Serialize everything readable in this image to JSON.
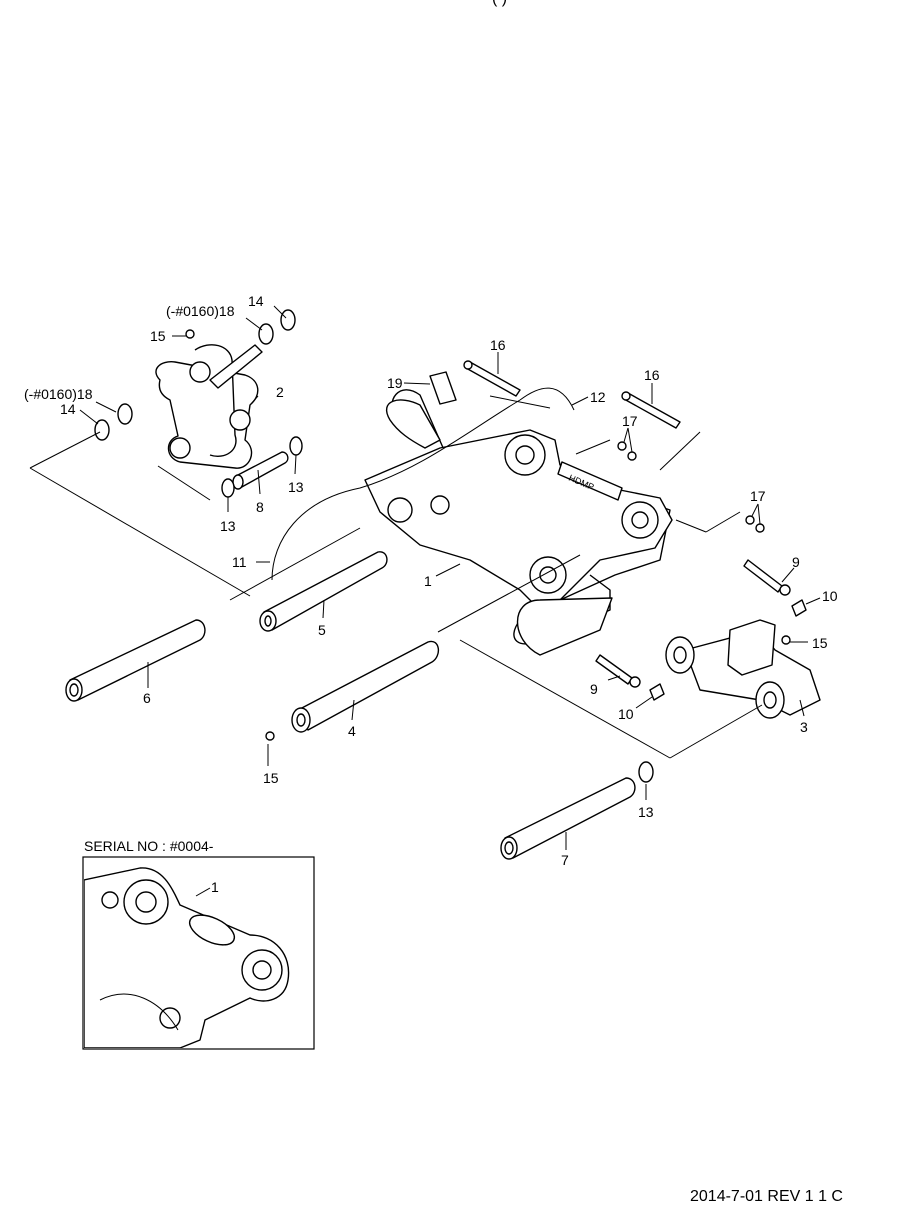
{
  "header_fragment": "(      )",
  "footer_fragment": "2014-7-01  REV 1 1 C",
  "inset": {
    "title": "SERIAL NO : #0004-",
    "callout": "1"
  },
  "callouts": {
    "c1": "1",
    "c2": "2",
    "c3": "3",
    "c4": "4",
    "c5": "5",
    "c6": "6",
    "c7": "7",
    "c8": "8",
    "c9a": "9",
    "c9b": "9",
    "c10a": "10",
    "c10b": "10",
    "c11": "11",
    "c12": "12",
    "c13a": "13",
    "c13b": "13",
    "c13c": "13",
    "c14a": "14",
    "c14b": "14",
    "c15a": "15",
    "c15b": "15",
    "c15c": "15",
    "c16a": "16",
    "c16b": "16",
    "c17a": "17",
    "c17b": "17",
    "c18a": "(-#0160)18",
    "c18b": "(-#0160)18",
    "c19": "19"
  }
}
